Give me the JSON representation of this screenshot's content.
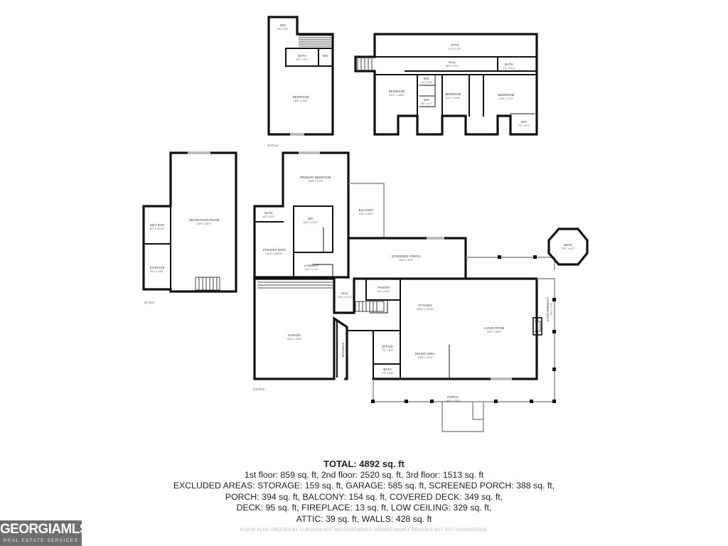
{
  "floor_labels": {
    "lower": "1st floor",
    "main": "2nd floor",
    "upper": "3rd floor"
  },
  "rooms": {
    "upper_wic": {
      "name": "WIC",
      "dim": "8'8\" x 5'1\""
    },
    "upper_bath": {
      "name": "BATH",
      "dim": "8'4\" x 5'2\""
    },
    "upper_wic2": {
      "name": "WIC",
      "dim": ""
    },
    "upper_bedroom": {
      "name": "BEDROOM",
      "dim": "16'8\" x 20'2\""
    },
    "attic": {
      "name": "ATTIC",
      "dim": "47'9\" x 5'0\""
    },
    "hall3": {
      "name": "HALL",
      "dim": "38'9\" x 5'0\""
    },
    "bath3": {
      "name": "BATH",
      "dim": "7'1\" x 5'1\""
    },
    "wic3a": {
      "name": "WIC",
      "dim": "4'4\" x 3'6\""
    },
    "wic3b": {
      "name": "WIC",
      "dim": "4'6\" x 3'7\""
    },
    "bedroom3a": {
      "name": "BEDROOM",
      "dim": "13'7\" x 16'8\""
    },
    "bedroom3b": {
      "name": "BEDROOM",
      "dim": "10'4\" x 16'8\""
    },
    "bedroom3c": {
      "name": "BEDROOM",
      "dim": "13'8\" x 17'2\""
    },
    "wic3c": {
      "name": "WIC",
      "dim": "7'0\" x 6'1\""
    },
    "wet_bar": {
      "name": "WET BAR",
      "dim": "8'0\" x 10'10\""
    },
    "storage": {
      "name": "STORAGE",
      "dim": "8'0\" x 13'8\""
    },
    "recreation": {
      "name": "RECREATION ROOM",
      "dim": "18'9\" x 40'9\""
    },
    "primary_bedroom": {
      "name": "PRIMARY BEDROOM",
      "dim": "18'8\" x 17'5\""
    },
    "balcony": {
      "name": "BALCONY",
      "dim": "10'1\" x 15'2\""
    },
    "bath2": {
      "name": "BATH",
      "dim": "8'0\" x 5'9\""
    },
    "wic2": {
      "name": "WIC",
      "dim": "10'1\" x 12'0\""
    },
    "primary_bath": {
      "name": "PRIMARY BATH",
      "dim": "11'4\" x 38'10\""
    },
    "laundry": {
      "name": "LAUNDRY",
      "dim": "10'1\" x 7'1\""
    },
    "screened_porch": {
      "name": "SCREENED PORCH",
      "dim": "26'8\" x 11'4\""
    },
    "deck": {
      "name": "DECK",
      "dim": "10'7\" x 9'7\""
    },
    "hall2": {
      "name": "HALL",
      "dim": "15'4\" x 17'3\""
    },
    "pantry": {
      "name": "PANTRY",
      "dim": "6'0\" x 8'11\""
    },
    "kitchen": {
      "name": "KITCHEN",
      "dim": "18'10\" x 15'10\""
    },
    "covered_deck": {
      "name": "COVERED DECK",
      "dim": "34'7\" x 9'8\""
    },
    "living_room": {
      "name": "LIVING ROOM",
      "dim": "20'9\" x 25'2\""
    },
    "garage": {
      "name": "GARAGE",
      "dim": "22'6\" x 25'8\""
    },
    "office": {
      "name": "OFFICE",
      "dim": "7'2\" x 8'4\""
    },
    "dining": {
      "name": "DINING AREA",
      "dim": "14'8\" x 13'4\""
    },
    "bath1": {
      "name": "BATH",
      "dim": "7'8\" x 5'8\""
    },
    "storage_small": {
      "name": "STORAGE",
      "dim": "2'11\" x 8'4\""
    },
    "porch": {
      "name": "PORCH",
      "dim": "48'0\" x 13'3\""
    }
  },
  "summary": {
    "total": "TOTAL: 4892 sq. ft",
    "line1": "1st floor: 859 sq. ft, 2nd floor: 2520 sq. ft, 3rd floor: 1513 sq. ft",
    "line2": "EXCLUDED AREAS: STORAGE: 159 sq. ft, GARAGE: 585 sq. ft, SCREENED PORCH: 388 sq. ft,",
    "line3": "PORCH: 394 sq. ft, BALCONY: 154 sq. ft, COVERED DECK: 349 sq. ft,",
    "line4": "DECK: 95 sq. ft, FIREPLACE: 13 sq. ft, LOW CEILING: 329 sq. ft,",
    "line5": "ATTIC: 39 sq. ft, WALLS: 428 sq. ft"
  },
  "credit": "FLOOR PLAN CREATED BY CUBICASA APP. MEASUREMENTS DEEMED HIGHLY RELIABLE BUT NOT GUARANTEED.",
  "logo": {
    "mark": "GEORGIAMLS",
    "sub": "REAL ESTATE SERVICES",
    "color": "#6f6f6f"
  }
}
